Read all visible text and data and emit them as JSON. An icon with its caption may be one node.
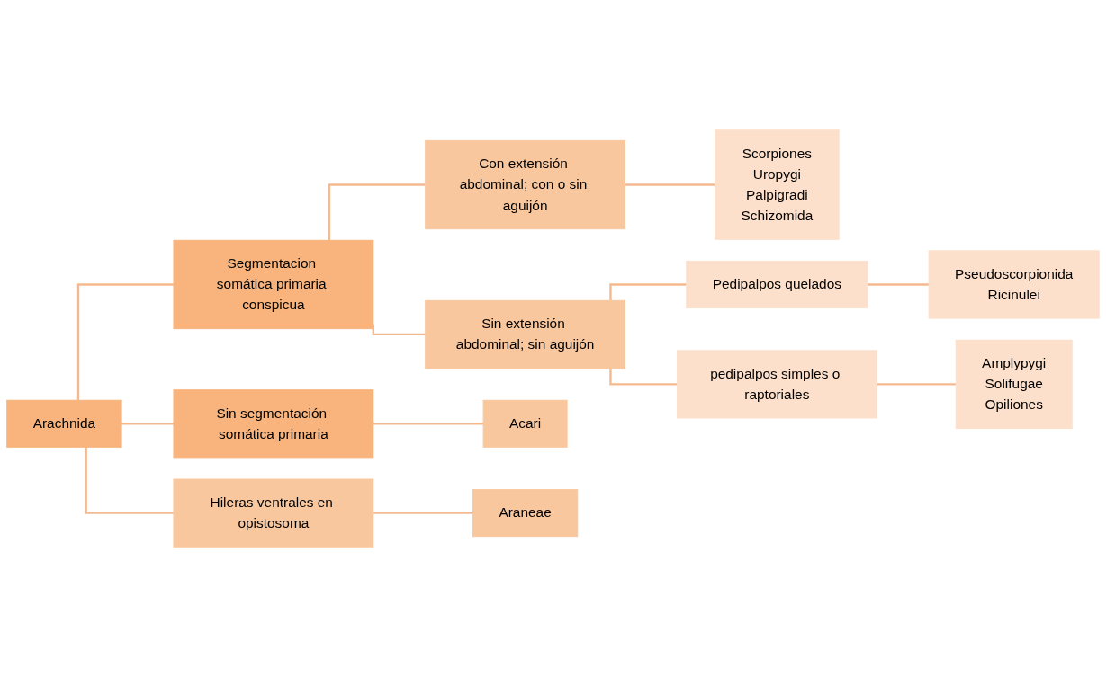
{
  "diagram": {
    "nodes": [
      {
        "text": [
          "Arachnida"
        ]
      },
      {
        "text": [
          "Segmentacion somática primaria conspicua"
        ]
      },
      {
        "text": [
          "Con extensión abdominal; con o sin aguijón"
        ]
      },
      {
        "text": [
          "Scorpiones",
          "Uropygi",
          "Palpigradi",
          "Schizomida"
        ]
      },
      {
        "text": [
          "Sin extensión abdominal; sin aguijón"
        ]
      },
      {
        "text": [
          "Pedipalpos quelados"
        ]
      },
      {
        "text": [
          "Pseudoscorpionida",
          "Ricinulei"
        ]
      },
      {
        "text": [
          "pedipalpos simples o raptoriales"
        ]
      },
      {
        "text": [
          "Amplypygi",
          "Solifugae",
          "Opiliones"
        ]
      },
      {
        "text": [
          "Sin segmentación somática primaria"
        ]
      },
      {
        "text": [
          "Acari"
        ]
      },
      {
        "text": [
          "Hileras ventrales en opistosoma"
        ]
      },
      {
        "text": [
          "Araneae"
        ]
      }
    ],
    "edges": [
      {
        "from": 0,
        "to": 1,
        "arrow": "none"
      },
      {
        "from": 0,
        "to": 9,
        "arrow": "none"
      },
      {
        "from": 0,
        "to": 11,
        "arrow": "none"
      },
      {
        "from": 1,
        "to": 2,
        "arrow": "none"
      },
      {
        "from": 1,
        "to": 4,
        "arrow": "none"
      },
      {
        "from": 2,
        "to": 3,
        "arrow": "none"
      },
      {
        "from": 4,
        "to": 5,
        "arrow": "none"
      },
      {
        "from": 4,
        "to": 7,
        "arrow": "none"
      },
      {
        "from": 5,
        "to": 6,
        "arrow": "none"
      },
      {
        "from": 7,
        "to": 8,
        "arrow": "none"
      },
      {
        "from": 9,
        "to": 10,
        "arrow": "none"
      },
      {
        "from": 11,
        "to": 12,
        "arrow": "none"
      }
    ]
  }
}
